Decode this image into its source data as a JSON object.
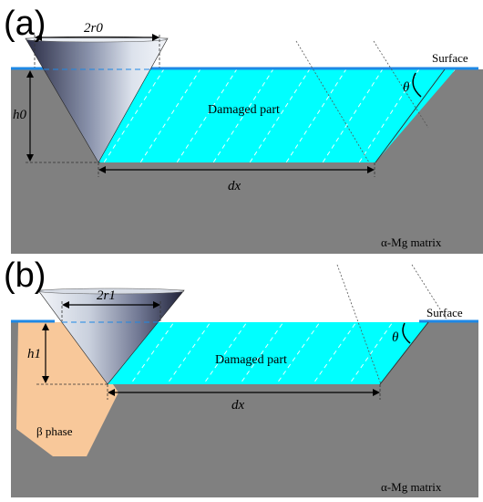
{
  "panel_a": {
    "label": "(a)",
    "dim_width": "2r0",
    "dim_depth": "h0",
    "region_label": "Damaged part",
    "dim_length": "dx",
    "angle": "θ",
    "surface": "Surface",
    "matrix": "α-Mg matrix"
  },
  "panel_b": {
    "label": "(b)",
    "dim_width": "2r1",
    "dim_depth": "h1",
    "region_label": "Damaged part",
    "dim_length": "dx",
    "angle": "θ",
    "surface": "Surface",
    "matrix": "α-Mg matrix",
    "phase": "β phase"
  },
  "colors": {
    "matrix": "#808080",
    "damaged": "#00FFFF",
    "surface_line": "#1E88E5",
    "beta_phase": "#F8C89A",
    "indenter_dark": "#2B2D45",
    "indenter_light": "#E6EAF2"
  }
}
